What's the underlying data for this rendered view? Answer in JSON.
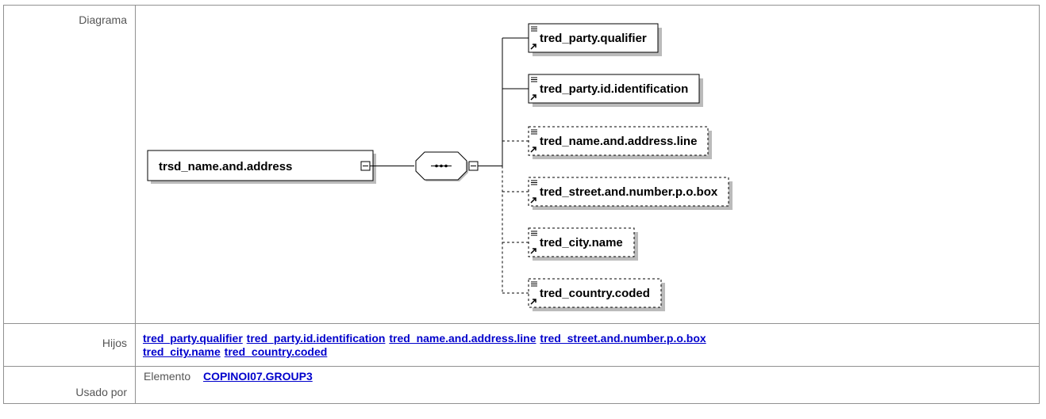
{
  "rows": {
    "diagram_label": "Diagrama",
    "children_label": "Hijos",
    "used_by_label": "Usado por"
  },
  "diagram": {
    "root": "trsd_name.and.address",
    "children": [
      {
        "name": "tred_party.qualifier",
        "optional": false
      },
      {
        "name": "tred_party.id.identification",
        "optional": false
      },
      {
        "name": "tred_name.and.address.line",
        "optional": true
      },
      {
        "name": "tred_street.and.number.p.o.box",
        "optional": true
      },
      {
        "name": "tred_city.name",
        "optional": true
      },
      {
        "name": "tred_country.coded",
        "optional": true
      }
    ]
  },
  "children_links": [
    "tred_party.qualifier",
    "tred_party.id.identification",
    "tred_name.and.address.line",
    "tred_street.and.number.p.o.box",
    "tred_city.name",
    "tred_country.coded"
  ],
  "used_by": {
    "kind": "Elemento",
    "link": "COPINOI07.GROUP3"
  }
}
